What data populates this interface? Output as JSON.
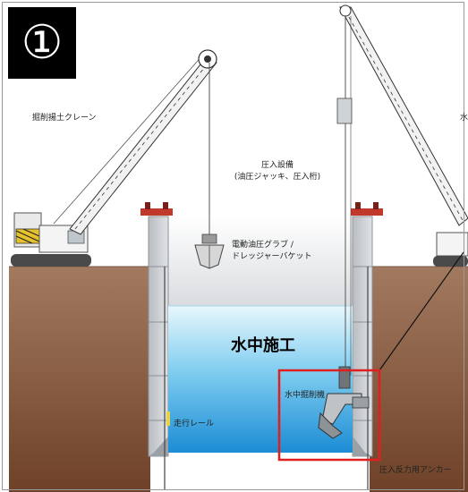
{
  "step_badge": "①",
  "labels": {
    "crane_left": "掘削揚土クレーン",
    "crane_right_cut": "水",
    "press_equipment_line1": "圧入設備",
    "press_equipment_line2": "(油圧ジャッキ、圧入桁)",
    "grab_line1": "電動油圧グラブ /",
    "grab_line2": "ドレッジャーバケット",
    "underwater_work": "水中施工",
    "underwater_excavator": "水中掘削機",
    "rail": "走行レール",
    "anchor": "圧入反力用アンカー"
  },
  "colors": {
    "water_top": "#dff3fb",
    "water_bottom": "#1a8fd6",
    "soil": "#8a5a3e",
    "highlight_box": "#e02020",
    "crane_boom": "#cfcfcf"
  }
}
